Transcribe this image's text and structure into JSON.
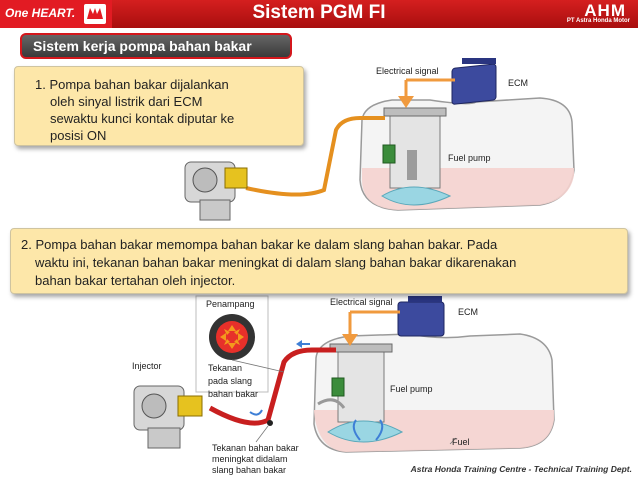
{
  "header": {
    "left_brand": "One HEART.",
    "title": "Sistem PGM FI",
    "right_brand": "AHM",
    "right_brand_sub": "PT Astra Honda Motor"
  },
  "subtitle": "Sistem kerja pompa bahan bakar",
  "step1": {
    "lines": [
      "1. Pompa bahan bakar dijalankan",
      "oleh sinyal listrik dari ECM",
      "sewaktu kunci kontak diputar ke",
      "posisi ON"
    ]
  },
  "step2": {
    "lines": [
      "2. Pompa bahan bakar memompa bahan bakar ke dalam slang bahan bakar. Pada",
      "waktu   ini, tekanan bahan bakar meningkat di dalam slang bahan bakar dikarenakan",
      "bahan bakar tertahan oleh injector."
    ]
  },
  "diagram1": {
    "electrical_signal": "Electrical signal",
    "ecm": "ECM",
    "fuel_pump": "Fuel pump"
  },
  "diagram2": {
    "penampang": "Penampang",
    "tekanan_lines": [
      "Tekanan",
      "pada slang",
      "bahan bakar"
    ],
    "electrical_signal": "Electrical signal",
    "ecm": "ECM",
    "injector": "Injector",
    "fuel_pump": "Fuel pump",
    "fuel": "Fuel",
    "pressure_note_lines": [
      "Tekanan bahan bakar",
      "meningkat didalam",
      "slang bahan bakar"
    ]
  },
  "footer": "Astra Honda Training Centre - Technical Training Dept.",
  "colors": {
    "header_red": "#c8161d",
    "box_fill": "#fde7a9",
    "hose_orange": "#e5901f",
    "hose_red": "#c81f1f",
    "ecm_blue": "#3c4a9e",
    "fuel_blue": "#8ed3e2"
  }
}
